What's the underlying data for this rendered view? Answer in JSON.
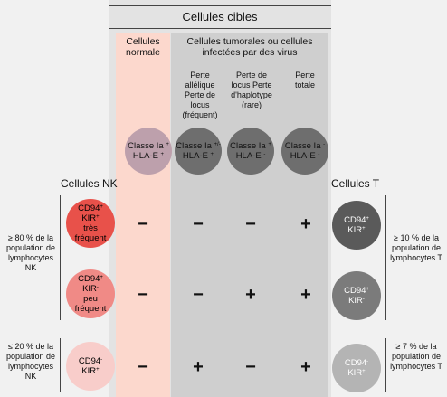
{
  "header": {
    "title": "Cellules cibles",
    "col_normal": "Cellules normale",
    "col_tumor": "Cellules tumorales ou cellules infectées par des virus"
  },
  "subheaders": [
    {
      "id": "freq",
      "text": "Perte allélique Perte de locus (fréquent)"
    },
    {
      "id": "rare",
      "text": "Perte de locus Perte d'haplotype (rare)"
    },
    {
      "id": "total",
      "text": "Perte totale"
    }
  ],
  "targets": [
    {
      "id": "normal",
      "line1": "Classe Ia",
      "s1": "+",
      "line2": "HLA-E",
      "s2": "+",
      "color": "#bda0ac"
    },
    {
      "id": "freq",
      "line1": "Classe Ia",
      "s1": "+/-",
      "line2": "HLA-E",
      "s2": "+",
      "color": "#6e6e6e"
    },
    {
      "id": "rare",
      "line1": "Classe Ia",
      "s1": "+",
      "line2": "HLA-E",
      "s2": "-",
      "color": "#6e6e6e"
    },
    {
      "id": "total",
      "line1": "Classe Ia",
      "s1": "-",
      "line2": "HLA-E",
      "s2": "-",
      "color": "#6e6e6e"
    }
  ],
  "nk": {
    "title": "Cellules NK",
    "cells": [
      {
        "l1": "CD94",
        "s1": "+",
        "l2": "KIR",
        "s2": "+",
        "l3": "très",
        "l4": "fréquent",
        "color": "#e8514a"
      },
      {
        "l1": "CD94",
        "s1": "+",
        "l2": "KIR",
        "s2": "-",
        "l3": "peu",
        "l4": "fréquent",
        "color": "#f08a86"
      },
      {
        "l1": "CD94",
        "s1": "-",
        "l2": "KIR",
        "s2": "+",
        "l3": "",
        "l4": "",
        "color": "#f8cdca"
      }
    ],
    "pct_major": "≥ 80 % de la population de lymphocytes NK",
    "pct_minor": "≤ 20 % de la population de lymphocytes NK"
  },
  "t": {
    "title": "Cellules T",
    "cells": [
      {
        "l1": "CD94",
        "s1": "+",
        "l2": "KIR",
        "s2": "+",
        "color": "#5a5a5a"
      },
      {
        "l1": "CD94",
        "s1": "+",
        "l2": "KIR",
        "s2": "-",
        "color": "#7b7b7b"
      },
      {
        "l1": "CD94",
        "s1": "-",
        "l2": "KIR",
        "s2": "+",
        "color": "#b4b4b4"
      }
    ],
    "pct_major": "≥ 10 % de la population de lymphocytes T",
    "pct_minor": "≥ 7 % de la population de lymphocytes T"
  },
  "signs": [
    [
      "−",
      "−",
      "−",
      "+"
    ],
    [
      "−",
      "−",
      "+",
      "+"
    ],
    [
      "−",
      "+",
      "−",
      "+"
    ]
  ]
}
